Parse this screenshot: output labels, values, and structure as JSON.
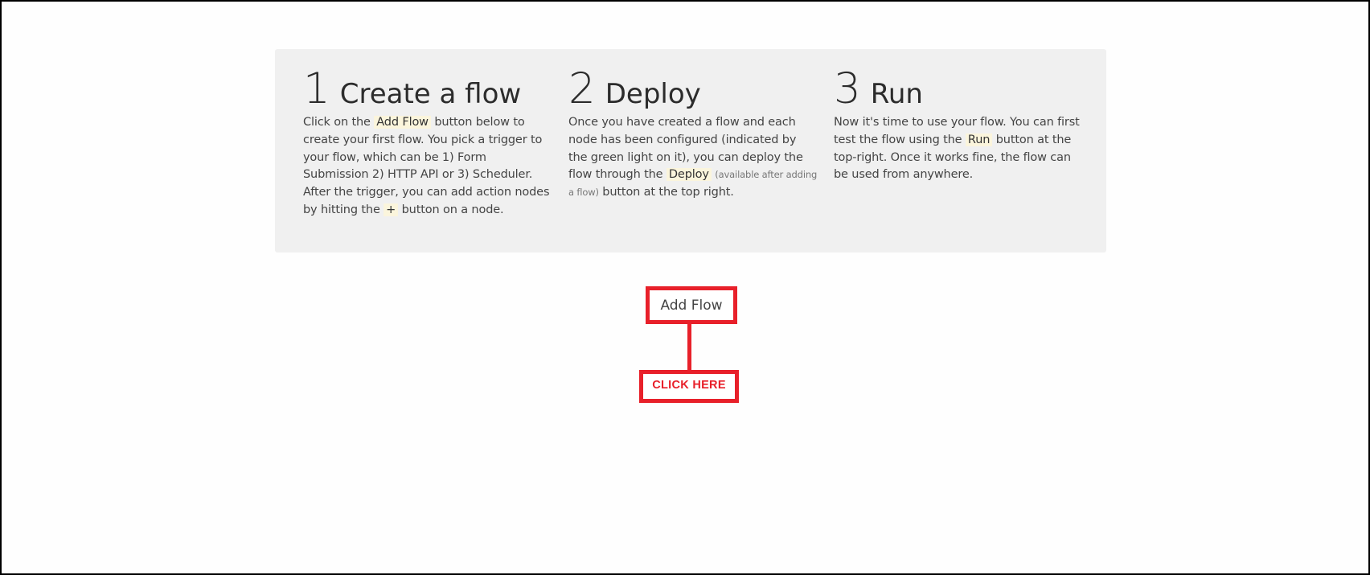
{
  "steps": [
    {
      "number": "1",
      "title": "Create a flow",
      "text": {
        "before": "Click on the ",
        "highlight": "Add Flow",
        "after": " button below to create your first flow. You pick a trigger to your flow, which can be 1) Form Submission 2) HTTP API or 3) Scheduler. After the trigger, you can add action nodes by hitting the ",
        "highlight2": "+",
        "after2": " button on a node."
      }
    },
    {
      "number": "2",
      "title": "Deploy",
      "text": {
        "before": "Once you have created a flow and each node has been configured (indicated by the green light on it), you can deploy the flow through the ",
        "highlight": "Deploy",
        "note": "(available after adding a flow)",
        "after": " button at the top right."
      }
    },
    {
      "number": "3",
      "title": "Run",
      "text": {
        "before": "Now it's time to use your flow. You can first test the flow using the ",
        "highlight": "Run",
        "after": " button at the top-right. Once it works fine, the flow can be used from anywhere."
      }
    }
  ],
  "add_flow_button": {
    "label": "Add Flow"
  },
  "annotation": {
    "label": "CLICK HERE",
    "color": "#e8202a"
  },
  "colors": {
    "panel_background": "#f0f0f0",
    "highlight_background": "#fbf5dc",
    "annotation_red": "#e8202a"
  }
}
